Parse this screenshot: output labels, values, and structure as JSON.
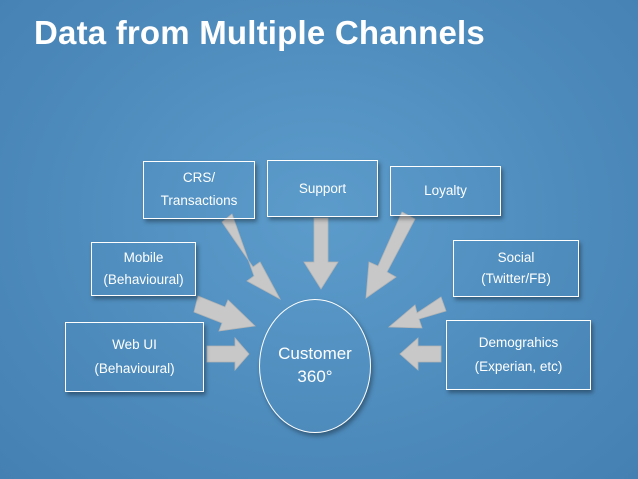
{
  "slide": {
    "title": "Data from Multiple Channels"
  },
  "hub": {
    "line1": "Customer",
    "line2": "360°"
  },
  "channels": {
    "web_ui": {
      "line1": "Web UI",
      "line2": "(Behavioural)"
    },
    "mobile": {
      "line1": "Mobile",
      "line2": "(Behavioural)"
    },
    "crs": {
      "line1": "CRS/",
      "line2": "Transactions"
    },
    "support": {
      "line1": "Support"
    },
    "loyalty": {
      "line1": "Loyalty"
    },
    "social": {
      "line1": "Social",
      "line2": "(Twitter/FB)"
    },
    "demographics": {
      "line1": "Demograhics",
      "line2": "(Experian, etc)"
    }
  },
  "colors": {
    "background": "#4e8cbd",
    "arrow": "#c8c8c8",
    "text": "#ffffff"
  }
}
